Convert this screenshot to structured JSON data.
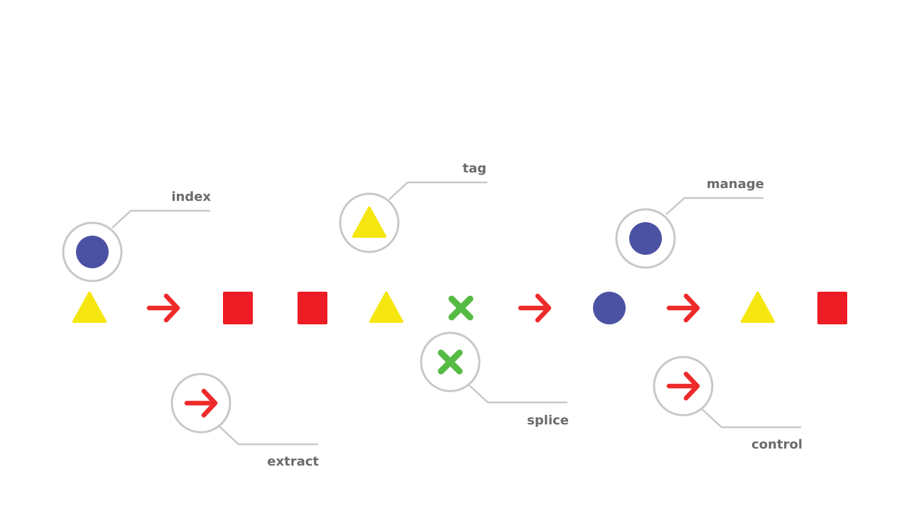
{
  "colors": {
    "circle": "#4b52a3",
    "triangle": "#f5e60f",
    "square": "#ee1c24",
    "arrow": "#ee2a2a",
    "cross": "#55bb44",
    "line": "#c8c8c8",
    "label": "#6b6b6b"
  },
  "sequence": [
    "triangle",
    "arrow",
    "square",
    "square",
    "triangle",
    "cross",
    "arrow",
    "circle",
    "arrow",
    "triangle",
    "square"
  ],
  "callouts": [
    {
      "shape": "circle",
      "label": "index",
      "position": "top"
    },
    {
      "shape": "triangle",
      "label": "tag",
      "position": "top"
    },
    {
      "shape": "circle",
      "label": "manage",
      "position": "top"
    },
    {
      "shape": "arrow",
      "label": "extract",
      "position": "bottom"
    },
    {
      "shape": "cross",
      "label": "splice",
      "position": "bottom"
    },
    {
      "shape": "arrow",
      "label": "control",
      "position": "bottom"
    }
  ]
}
